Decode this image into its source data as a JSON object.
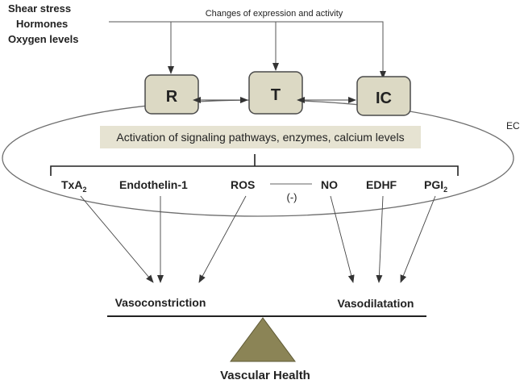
{
  "stimuli": [
    "Shear stress",
    "Hormones",
    "Oxygen levels"
  ],
  "top_annotation": "Changes of expression and activity",
  "boxes": {
    "r": "R",
    "t": "T",
    "ic": "IC"
  },
  "ec_label": "EC",
  "activation_text": "Activation of signaling pathways, enzymes, calcium levels",
  "mediators": {
    "txa2": {
      "main": "TxA",
      "sub": "2"
    },
    "endothelin": "Endothelin-1",
    "ros": "ROS",
    "inhibition": "(-)",
    "no": "NO",
    "edhf": "EDHF",
    "pgi2": {
      "main": "PGI",
      "sub": "2"
    }
  },
  "outcomes": {
    "left": "Vasoconstriction",
    "right": "Vasodilatation"
  },
  "footer": "Vascular Health",
  "colors": {
    "box_fill": "#dcd9c4",
    "box_stroke": "#4a4a4a",
    "banner_fill": "#e6e3d2",
    "triangle_fill": "#8b8456",
    "line": "#555555"
  }
}
